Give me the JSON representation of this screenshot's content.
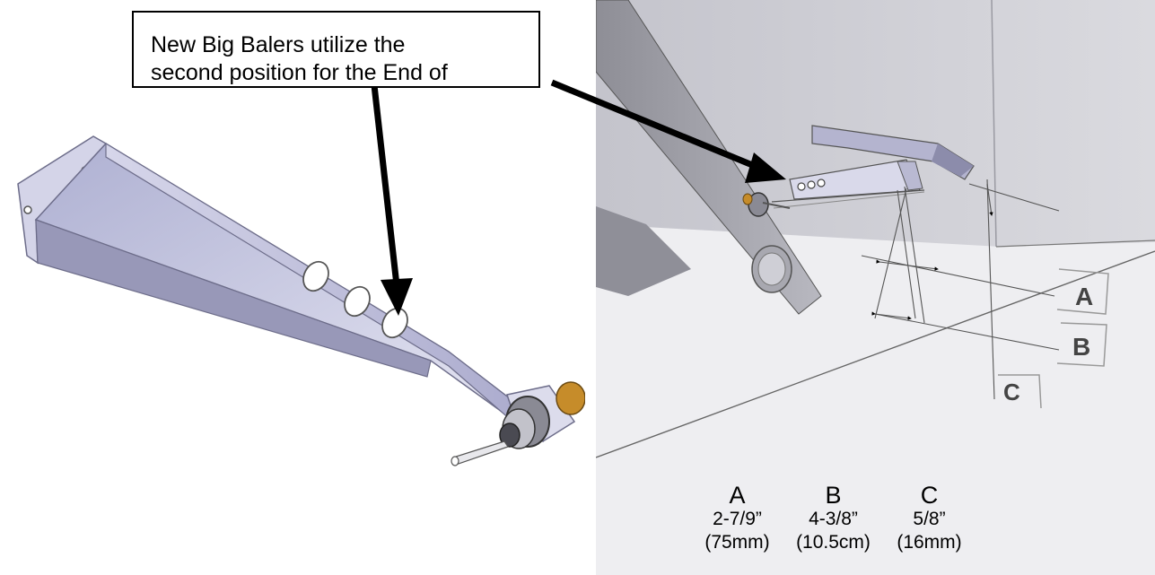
{
  "callout": {
    "line1": "New Big Balers utilize the",
    "line2": "second position for the End of"
  },
  "views": {
    "left": "bracket-detail-view",
    "right": "mounted-assembly-view"
  },
  "labels": {
    "a": "A",
    "b": "B",
    "c": "C"
  },
  "dimensions": [
    {
      "letter": "A",
      "imperial": "2-7/9”",
      "metric": "(75mm)"
    },
    {
      "letter": "B",
      "imperial": "4-3/8”",
      "metric": "(10.5cm)"
    },
    {
      "letter": "C",
      "imperial": "5/8”",
      "metric": "(16mm)"
    }
  ],
  "colors": {
    "steel": "#c9c9e2",
    "steel_dark": "#7f7fa0",
    "background_panel": "#d2d2d6",
    "floor": "#ececee",
    "sensor_brass": "#c68c2a",
    "arrow": "#000000"
  }
}
